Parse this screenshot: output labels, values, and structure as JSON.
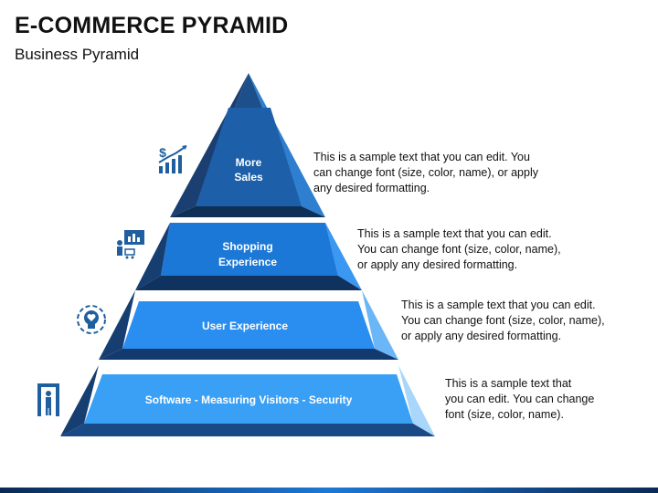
{
  "header": {
    "title": "E-COMMERCE PYRAMID",
    "subtitle": "Business Pyramid"
  },
  "pyramid": {
    "levels": [
      {
        "label_line1": "More",
        "label_line2": "Sales",
        "icon": "dollar-growth-chart-icon",
        "description": [
          "This is a sample text that you can edit. You",
          "can change font (size, color, name), or apply",
          "any desired formatting."
        ]
      },
      {
        "label_line1": "Shopping",
        "label_line2": "Experience",
        "icon": "shopper-cart-icon",
        "description": [
          "This is a sample text that you can edit.",
          "You can change font (size, color, name),",
          "or apply any desired formatting."
        ]
      },
      {
        "label_line1": "User Experience",
        "label_line2": "",
        "icon": "user-heart-icon",
        "description": [
          "This is a sample text that you can edit.",
          "You can change font (size, color, name),",
          "or apply any desired formatting."
        ]
      },
      {
        "label_line1": "Software - Measuring Visitors - Security",
        "label_line2": "",
        "icon": "security-scanner-icon",
        "description": [
          "This is a sample text that",
          "you can edit. You can change",
          "font (size, color, name)."
        ]
      }
    ]
  },
  "colors": {
    "level1": "#1d5fa8",
    "level2": "#1c78d6",
    "level3": "#2a8ef0",
    "level4": "#3aa0f5",
    "dark": "#1b3a66",
    "icon": "#1f5fa0"
  }
}
